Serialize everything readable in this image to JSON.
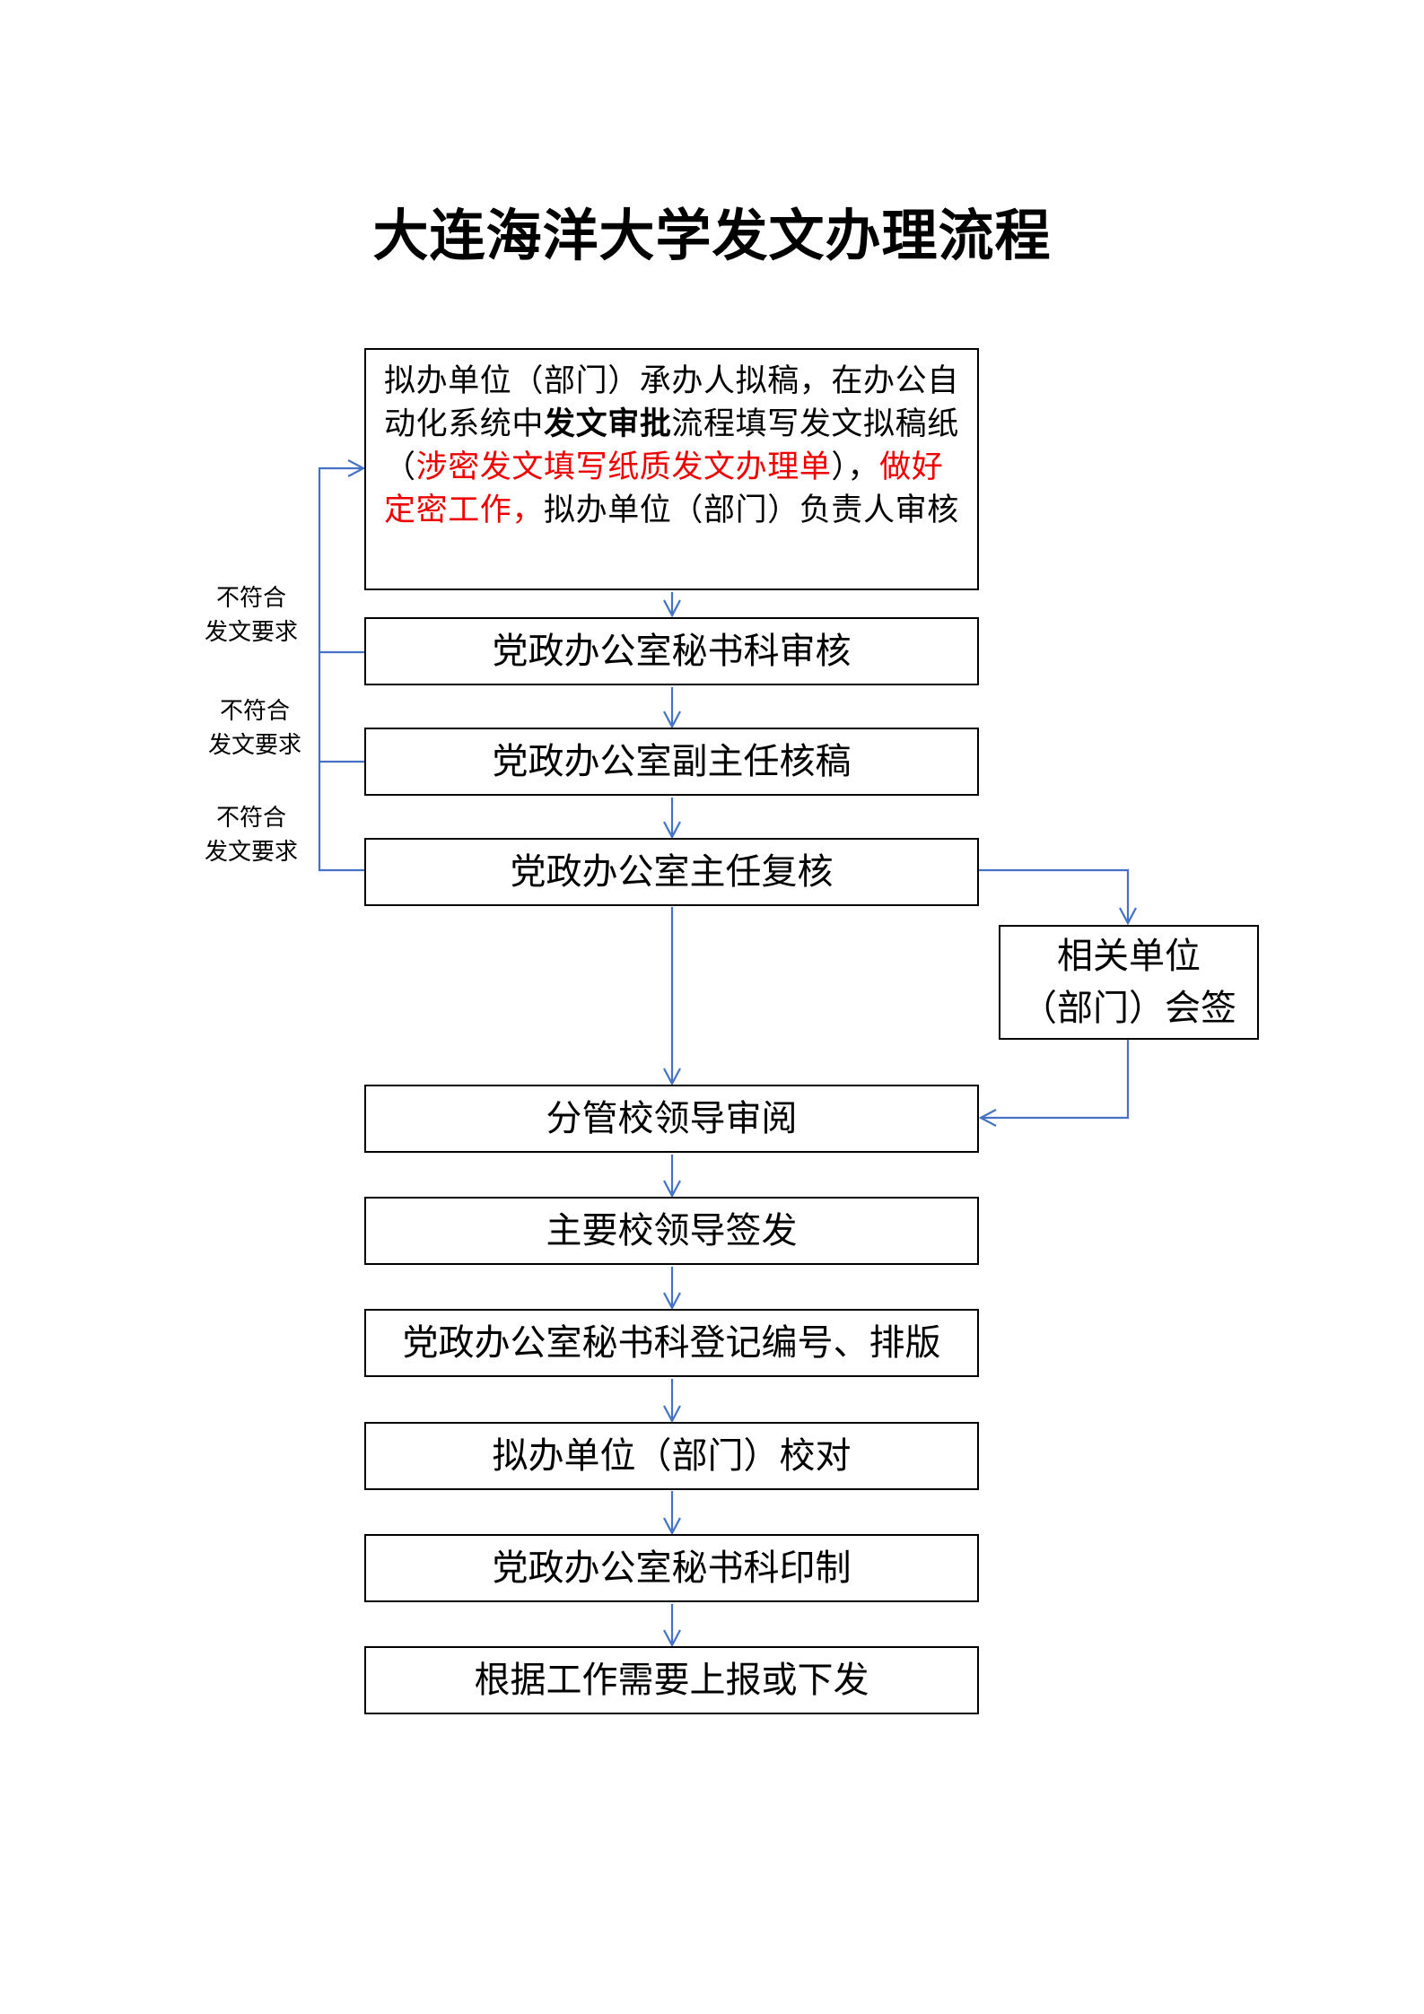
{
  "title": "大连海洋大学发文办理流程",
  "colors": {
    "connector": "#4472c4",
    "highlight": "#ee0000"
  },
  "first_step": {
    "part1": "拟办单位（部门）承办人拟稿，在办公自动化系统中",
    "bold": "发文审批",
    "part2": "流程填写发文拟稿纸（",
    "red1": "涉密发文填写纸质发文办理单",
    "part3": "），",
    "red2": "做好定密工作，",
    "part4": "拟办单位（部门）负责人审核"
  },
  "steps": [
    "党政办公室秘书科审核",
    "党政办公室副主任核稿",
    "党政办公室主任复核",
    "分管校领导审阅",
    "主要校领导签发",
    "党政办公室秘书科登记编号、排版",
    "拟办单位（部门）校对",
    "党政办公室秘书科印制",
    "根据工作需要上报或下发"
  ],
  "side_step": {
    "line1": "相关单位",
    "line2": "（部门）会签"
  },
  "reject_note": {
    "line1": "不符合",
    "line2": "发文要求"
  }
}
